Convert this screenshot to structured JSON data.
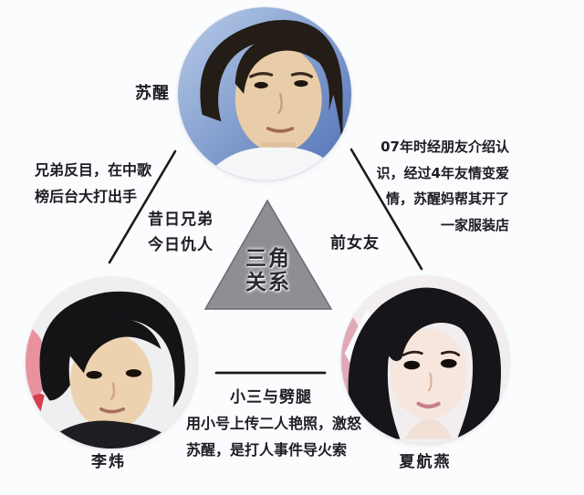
{
  "diagram_title": "三角关系",
  "center_triangle": {
    "label": "三角\n关系",
    "fill": "#8e8e93"
  },
  "people": {
    "su_xing": {
      "name": "苏醒"
    },
    "li_wei": {
      "name": "李炜"
    },
    "xia_hangyan": {
      "name": "夏航燕"
    }
  },
  "edges": {
    "su_li": {
      "label": "昔日兄弟\n今日仇人",
      "note": "兄弟反目，在中歌\n榜后台大打出手"
    },
    "su_xia": {
      "label": "前女友",
      "note": "07年时经朋友介绍认\n识，经过4年友情变爱\n情，苏醒妈帮其开了\n一家服装店"
    },
    "li_xia": {
      "label": "小三与劈腿",
      "note": "用小号上传二人艳照，激怒\n苏醒，是打人事件导火索"
    }
  },
  "colors": {
    "background": "#fbfcfe",
    "line": "#1b1b1d",
    "text": "#1d1d22",
    "triangle_fill": "#8e8e93"
  }
}
